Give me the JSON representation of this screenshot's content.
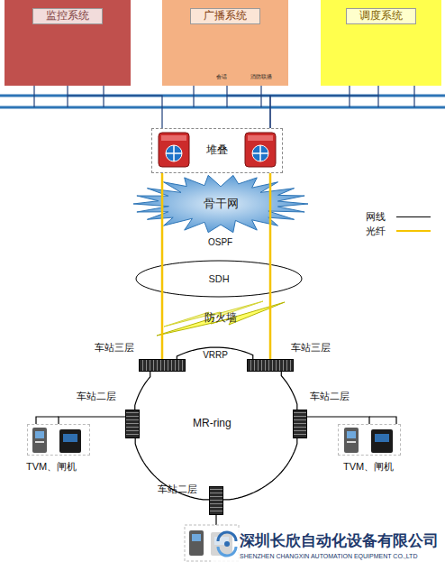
{
  "diagram": {
    "nodes": [
      {
        "text": [
          "监控系统"
        ]
      },
      {
        "text": [
          "广播系统"
        ]
      },
      {
        "text": [
          "调度系统"
        ]
      },
      {
        "text": [
          "堆叠"
        ]
      },
      {
        "text": [
          "骨干网"
        ]
      },
      {
        "text": [
          "SDH"
        ]
      },
      {
        "text": [
          "防火墙"
        ]
      },
      {
        "text": [
          "车站三层"
        ]
      },
      {
        "text": [
          "车站三层"
        ]
      },
      {
        "text": [
          "车站二层"
        ]
      },
      {
        "text": [
          "车站二层"
        ]
      },
      {
        "text": [
          "TVM、闸机"
        ]
      },
      {
        "text": [
          "TVM、闸机"
        ]
      },
      {
        "text": [
          "车站二层"
        ]
      }
    ],
    "edges": [
      {
        "from": 0,
        "to": 3,
        "arrow": "none"
      },
      {
        "from": 1,
        "to": 3,
        "arrow": "none"
      },
      {
        "from": 2,
        "to": 3,
        "arrow": "none"
      },
      {
        "from": 3,
        "to": 7,
        "arrow": "none"
      },
      {
        "from": 3,
        "to": 8,
        "arrow": "none"
      },
      {
        "from": 7,
        "to": 8,
        "label": "VRRP",
        "arrow": "none"
      },
      {
        "from": 7,
        "to": 9,
        "arrow": "none"
      },
      {
        "from": 9,
        "to": 13,
        "arrow": "none"
      },
      {
        "from": 13,
        "to": 10,
        "arrow": "none"
      },
      {
        "from": 10,
        "to": 8,
        "arrow": "none"
      },
      {
        "from": 9,
        "to": 11,
        "arrow": "none"
      },
      {
        "from": 10,
        "to": 12,
        "arrow": "none"
      }
    ],
    "labels": [
      "会话",
      "消防联播",
      "OSPF",
      "MR-ring",
      "深圳长欣自动化设备有限公司",
      "SHENZHEN CHANGXIN AUTOMATION EQUIPMENT CO.,LTD"
    ],
    "legend": [
      {
        "text": "网线"
      },
      {
        "text": "光纤"
      }
    ]
  }
}
